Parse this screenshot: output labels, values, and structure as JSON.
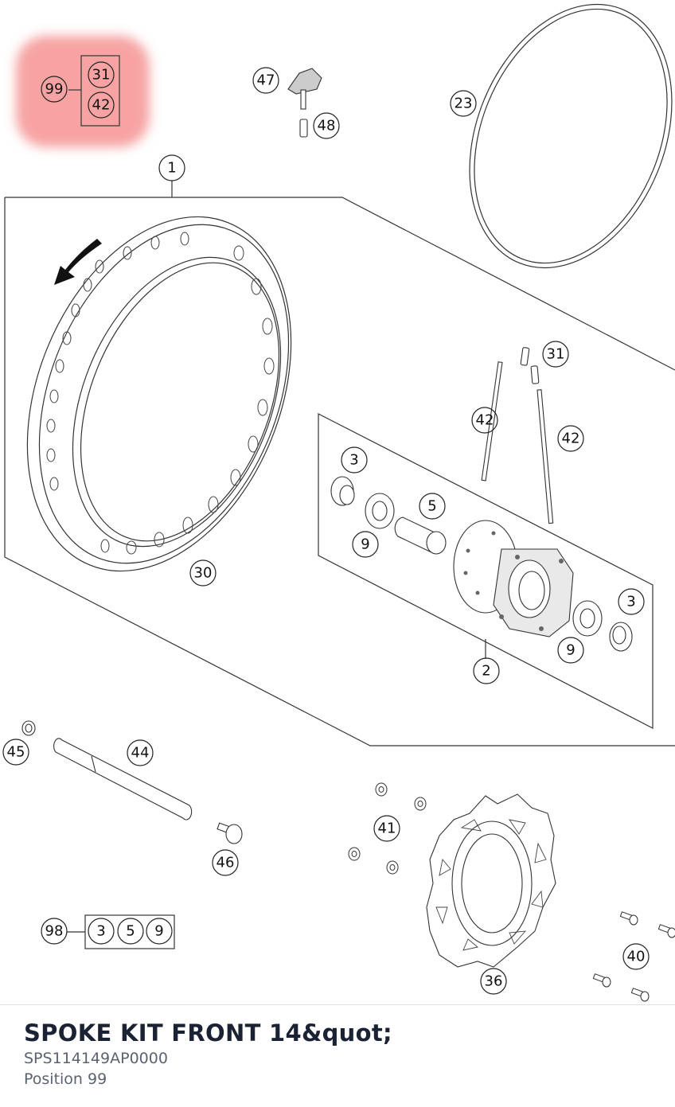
{
  "diagram": {
    "highlight_color": "#f26b6b",
    "callouts": {
      "c1": "1",
      "c2": "2",
      "c3a": "3",
      "c3b": "3",
      "c5": "5",
      "c9a": "9",
      "c9b": "9",
      "c23": "23",
      "c30": "30",
      "c31a": "31",
      "c31b": "31",
      "c36": "36",
      "c40": "40",
      "c41": "41",
      "c42a": "42",
      "c42b": "42",
      "c42c": "42",
      "c44": "44",
      "c45": "45",
      "c46": "46",
      "c47": "47",
      "c48": "48",
      "c98": "98",
      "c99": "99"
    },
    "kit98": [
      "3",
      "5",
      "9"
    ]
  },
  "part": {
    "title": "SPOKE KIT FRONT 14&quot;",
    "number": "SPS114149AP0000",
    "position": "Position 99"
  }
}
